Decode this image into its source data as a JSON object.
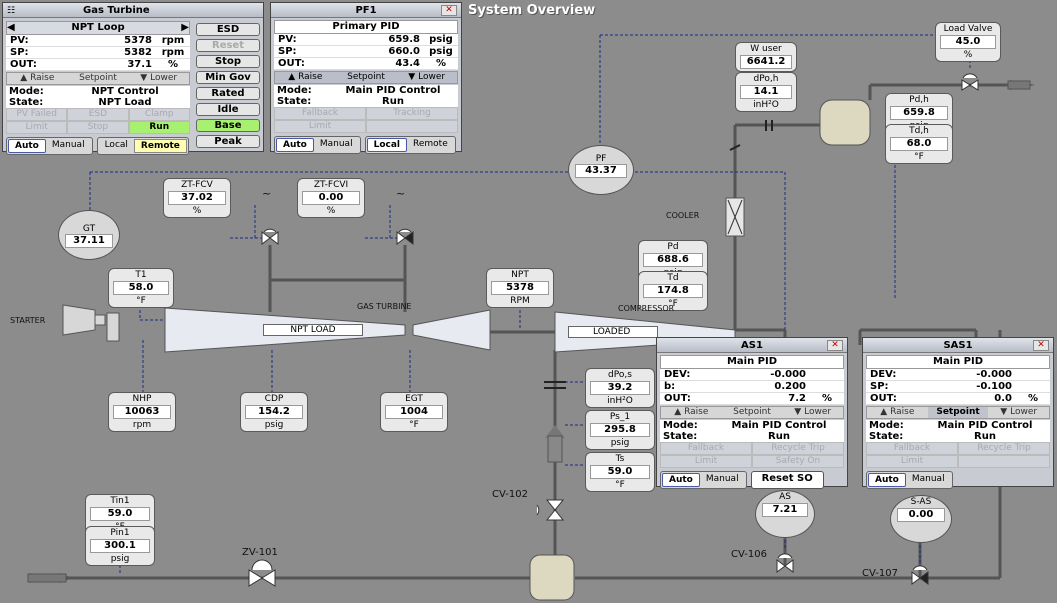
{
  "title": "System Overview",
  "gas_turbine_panel": {
    "title": "Gas Turbine",
    "selector": "NPT Loop",
    "rows": [
      {
        "k": "PV:",
        "v": "5378",
        "u": "rpm"
      },
      {
        "k": "SP:",
        "v": "5382",
        "u": "rpm"
      },
      {
        "k": "OUT:",
        "v": "37.1",
        "u": "%"
      }
    ],
    "raise": "Raise",
    "setpoint": "Setpoint",
    "lower": "Lower",
    "mode_label": "Mode:",
    "mode": "NPT Control",
    "state_label": "State:",
    "state": "NPT Load",
    "grid": [
      "PV Failed",
      "ESD",
      "Clamp",
      "Limit",
      "Stop",
      "Run"
    ],
    "auto": "Auto",
    "manual": "Manual",
    "local": "Local",
    "remote": "Remote",
    "buttons": [
      "ESD",
      "Reset",
      "Stop",
      "Min Gov",
      "Rated",
      "Idle",
      "Base",
      "Peak"
    ]
  },
  "pf1_panel": {
    "title": "PF1",
    "subtitle": "Primary PID",
    "rows": [
      {
        "k": "PV:",
        "v": "659.8",
        "u": "psig"
      },
      {
        "k": "SP:",
        "v": "660.0",
        "u": "psig"
      },
      {
        "k": "OUT:",
        "v": "43.4",
        "u": "%"
      }
    ],
    "raise": "Raise",
    "setpoint": "Setpoint",
    "lower": "Lower",
    "mode_label": "Mode:",
    "mode": "Main PID Control",
    "state_label": "State:",
    "state": "Run",
    "grid": [
      "Fallback",
      "Tracking",
      "Limit",
      ""
    ],
    "auto": "Auto",
    "manual": "Manual",
    "local": "Local",
    "remote": "Remote"
  },
  "as1_panel": {
    "title": "AS1",
    "subtitle": "Main PID",
    "rows": [
      {
        "k": "DEV:",
        "v": "-0.000",
        "u": ""
      },
      {
        "k": "b:",
        "v": "0.200",
        "u": ""
      },
      {
        "k": "OUT:",
        "v": "7.2",
        "u": "%"
      }
    ],
    "raise": "Raise",
    "setpoint": "Setpoint",
    "lower": "Lower",
    "mode_label": "Mode:",
    "mode": "Main PID Control",
    "state_label": "State:",
    "state": "Run",
    "grid": [
      "Fallback",
      "Recycle Trip",
      "Limit",
      "Safety On"
    ],
    "auto": "Auto",
    "manual": "Manual",
    "reset": "Reset SO"
  },
  "sas1_panel": {
    "title": "SAS1",
    "subtitle": "Main PID",
    "rows": [
      {
        "k": "DEV:",
        "v": "-0.000",
        "u": ""
      },
      {
        "k": "SP:",
        "v": "-0.100",
        "u": ""
      },
      {
        "k": "OUT:",
        "v": "0.0",
        "u": "%"
      }
    ],
    "raise": "Raise",
    "setpoint": "Setpoint",
    "lower": "Lower",
    "mode_label": "Mode:",
    "mode": "Main PID Control",
    "state_label": "State:",
    "state": "Run",
    "grid": [
      "Fallback",
      "Recycle Trip",
      "Limit",
      ""
    ],
    "auto": "Auto",
    "manual": "Manual"
  },
  "instruments": {
    "zt_fcv": {
      "name": "ZT-FCV",
      "value": "37.02",
      "unit": "%"
    },
    "zt_fcvi": {
      "name": "ZT-FCVI",
      "value": "0.00",
      "unit": "%"
    },
    "gt": {
      "name": "GT",
      "value": "37.11"
    },
    "pf": {
      "name": "PF",
      "value": "43.37"
    },
    "t1": {
      "name": "T1",
      "value": "58.0",
      "unit": "°F"
    },
    "npt": {
      "name": "NPT",
      "value": "5378",
      "unit": "RPM"
    },
    "nhp": {
      "name": "NHP",
      "value": "10063",
      "unit": "rpm"
    },
    "cdp": {
      "name": "CDP",
      "value": "154.2",
      "unit": "psig"
    },
    "egt": {
      "name": "EGT",
      "value": "1004",
      "unit": "°F"
    },
    "w_user": {
      "name": "W user",
      "value": "6641.2"
    },
    "dpo_h": {
      "name": "dPo,h",
      "value": "14.1",
      "unit": "inH²O"
    },
    "load_valve": {
      "name": "Load Valve",
      "value": "45.0",
      "unit": "%"
    },
    "pd_h": {
      "name": "Pd,h",
      "value": "659.8",
      "unit": "psig"
    },
    "td_h": {
      "name": "Td,h",
      "value": "68.0",
      "unit": "°F"
    },
    "pd": {
      "name": "Pd",
      "value": "688.6",
      "unit": "psig"
    },
    "td": {
      "name": "Td",
      "value": "174.8",
      "unit": "°F"
    },
    "dpo_s": {
      "name": "dPo,s",
      "value": "39.2",
      "unit": "inH²O"
    },
    "ps_1": {
      "name": "Ps_1",
      "value": "295.8",
      "unit": "psig"
    },
    "ts": {
      "name": "Ts",
      "value": "59.0",
      "unit": "°F"
    },
    "tin1": {
      "name": "Tin1",
      "value": "59.0",
      "unit": "°F"
    },
    "pin1": {
      "name": "Pin1",
      "value": "300.1",
      "unit": "psig"
    },
    "as": {
      "name": "AS",
      "value": "7.21"
    },
    "s_as": {
      "name": "S-AS",
      "value": "0.00"
    }
  },
  "labels": {
    "starter": "STARTER",
    "gas_turbine": "GAS TURBINE",
    "compressor": "COMPRESSOR",
    "cooler": "COOLER",
    "npt_load": "NPT LOAD",
    "loaded": "LOADED",
    "cv102": "CV-102",
    "cv106": "CV-106",
    "cv107": "CV-107",
    "zv101": "ZV-101"
  }
}
